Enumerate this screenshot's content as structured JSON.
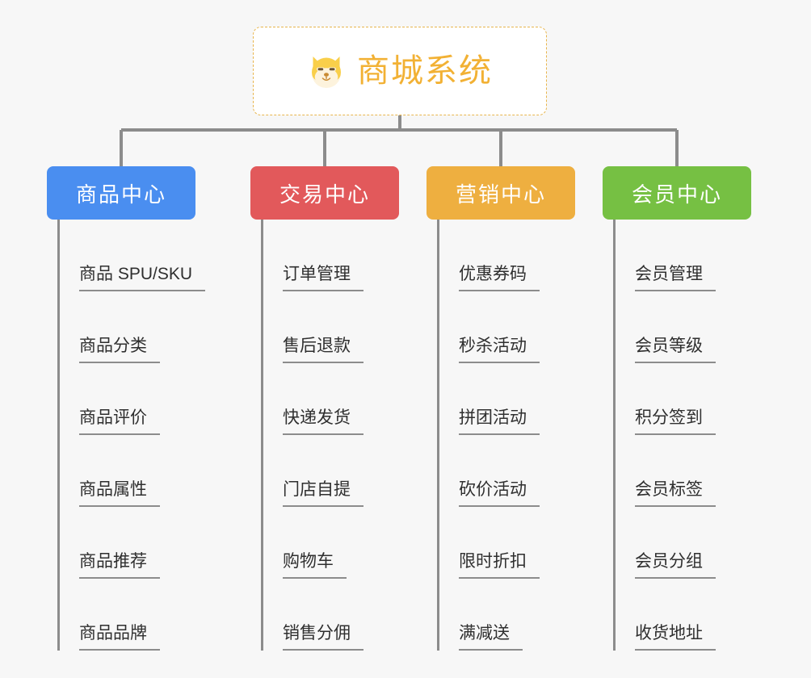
{
  "root": {
    "title": "商城系统",
    "icon": "shiba-dog-icon",
    "border_color": "#e8b54d",
    "text_color": "#f2b134",
    "background": "#ffffff"
  },
  "canvas": {
    "background": "#f7f7f7",
    "connector_color": "#8c8c8c"
  },
  "columns": [
    {
      "id": "product-center",
      "label": "商品中心",
      "color": "#4a8ef0",
      "items": [
        "商品 SPU/SKU",
        "商品分类",
        "商品评价",
        "商品属性",
        "商品推荐",
        "商品品牌"
      ]
    },
    {
      "id": "trade-center",
      "label": "交易中心",
      "color": "#e2595b",
      "items": [
        "订单管理",
        "售后退款",
        "快递发货",
        "门店自提",
        "购物车",
        "销售分佣"
      ]
    },
    {
      "id": "marketing-center",
      "label": "营销中心",
      "color": "#eeaf40",
      "items": [
        "优惠券码",
        "秒杀活动",
        "拼团活动",
        "砍价活动",
        "限时折扣",
        "满减送"
      ]
    },
    {
      "id": "member-center",
      "label": "会员中心",
      "color": "#76c043",
      "items": [
        "会员管理",
        "会员等级",
        "积分签到",
        "会员标签",
        "会员分组",
        "收货地址"
      ]
    }
  ]
}
